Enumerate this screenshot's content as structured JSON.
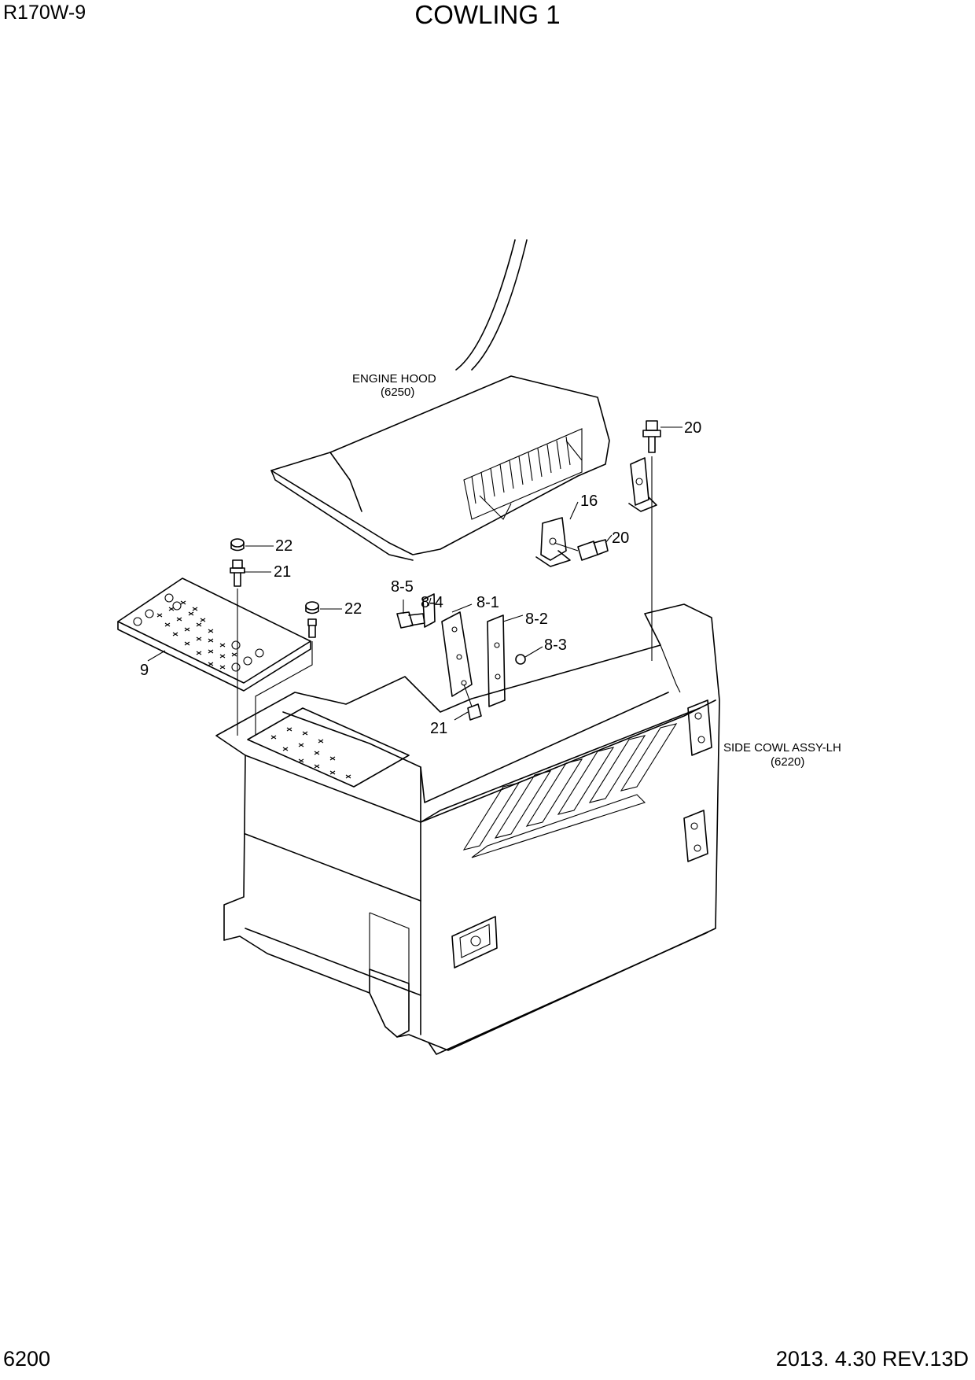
{
  "header": {
    "model": "R170W-9",
    "title": "COWLING 1"
  },
  "footer": {
    "page_number": "6200",
    "revision": "2013. 4.30  REV.13D"
  },
  "notes": {
    "engine_hood": "ENGINE HOOD",
    "engine_hood_ref": "(6250)",
    "side_cowl": "SIDE COWL ASSY-LH",
    "side_cowl_ref": "(6220)"
  },
  "callouts": {
    "c20_top": "20",
    "c16": "16",
    "c20_mid": "20",
    "c22_left": "22",
    "c21_left": "21",
    "c22_mid": "22",
    "c9": "9",
    "c8_5": "8-5",
    "c8_4": "8-4",
    "c8_1": "8-1",
    "c8_2": "8-2",
    "c8_3": "8-3",
    "c21_bottom": "21"
  }
}
